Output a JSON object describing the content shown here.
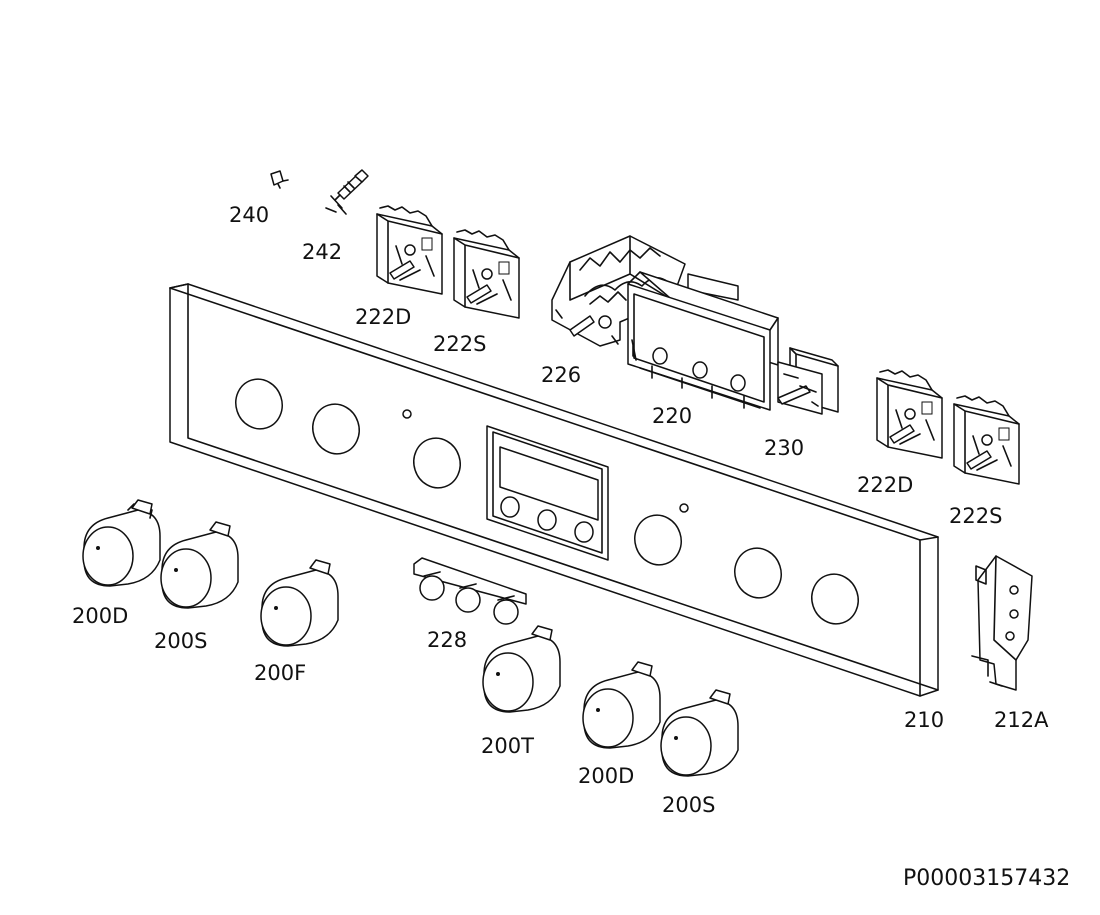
{
  "parts": {
    "p240": "240",
    "p242": "242",
    "p222d_a": "222D",
    "p222s_a": "222S",
    "p226": "226",
    "p220": "220",
    "p230": "230",
    "p222d_b": "222D",
    "p222s_b": "222S",
    "p200d_a": "200D",
    "p200s_a": "200S",
    "p200f": "200F",
    "p228": "228",
    "p200t": "200T",
    "p200d_b": "200D",
    "p200s_b": "200S",
    "p210": "210",
    "p212a": "212A"
  },
  "reference": "P00003157432"
}
